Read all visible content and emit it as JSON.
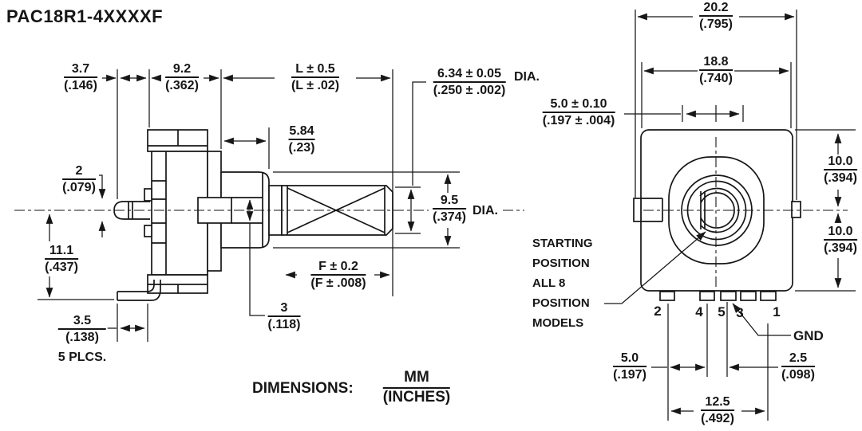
{
  "title": "PAC18R1-4XXXXF",
  "side_view": {
    "dim_3_7": {
      "mm": "3.7",
      "in": "(.146)"
    },
    "dim_9_2": {
      "mm": "9.2",
      "in": "(.362)"
    },
    "dim_L": {
      "mm": "L ± 0.5",
      "in": "(L ± .02)"
    },
    "dim_6_34": {
      "mm": "6.34 ± 0.05",
      "in": "(.250 ± .002)",
      "suffix": "DIA."
    },
    "dim_5_84": {
      "mm": "5.84",
      "in": "(.23)"
    },
    "dim_2": {
      "mm": "2",
      "in": "(.079)"
    },
    "dim_11_1": {
      "mm": "11.1",
      "in": "(.437)"
    },
    "dim_9_5": {
      "mm": "9.5",
      "in": "(.374)",
      "suffix": "DIA."
    },
    "dim_3_5": {
      "mm": "3.5",
      "in": "(.138)",
      "note": "5 PLCS."
    },
    "dim_3": {
      "mm": "3",
      "in": "(.118)"
    },
    "dim_F": {
      "mm": "F ± 0.2",
      "in": "(F ± .008)"
    }
  },
  "front_view": {
    "dim_20_2": {
      "mm": "20.2",
      "in": "(.795)"
    },
    "dim_18_8": {
      "mm": "18.8",
      "in": "(.740)"
    },
    "dim_5_0_tol": {
      "mm": "5.0 ± 0.10",
      "in": "(.197 ± .004)"
    },
    "dim_10_0_upper": {
      "mm": "10.0",
      "in": "(.394)"
    },
    "dim_10_0_lower": {
      "mm": "10.0",
      "in": "(.394)"
    },
    "dim_5_0": {
      "mm": "5.0",
      "in": "(.197)"
    },
    "dim_2_5": {
      "mm": "2.5",
      "in": "(.098)"
    },
    "dim_12_5": {
      "mm": "12.5",
      "in": "(.492)"
    },
    "pin_labels": [
      "2",
      "4",
      "5",
      "3",
      "1"
    ],
    "gnd_label": "GND",
    "note_lines": [
      "STARTING",
      "POSITION",
      "ALL 8",
      "POSITION",
      "MODELS"
    ]
  },
  "footer": {
    "label": "DIMENSIONS:",
    "units_mm": "MM",
    "units_in": "(INCHES)"
  },
  "colors": {
    "ink": "#161616",
    "background": "#ffffff"
  }
}
